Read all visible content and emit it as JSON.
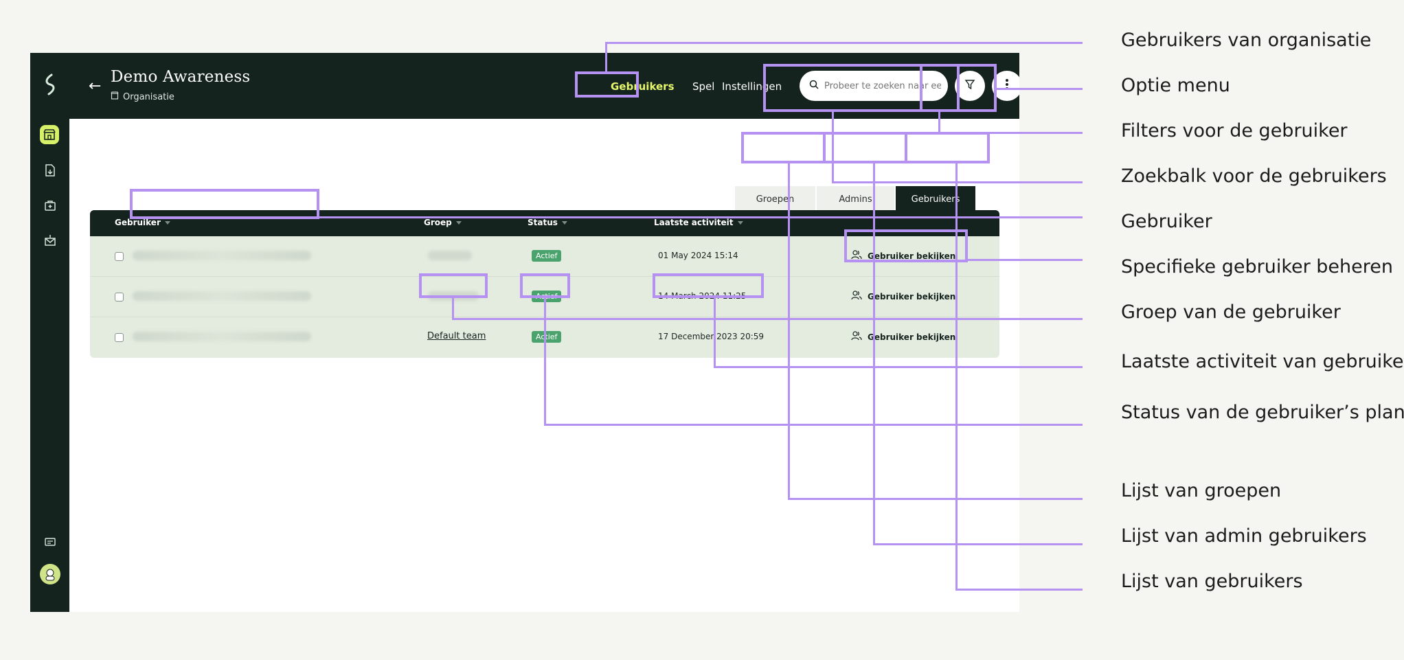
{
  "header": {
    "title": "Demo Awareness",
    "subtitle": "Organisatie"
  },
  "nav": {
    "items": [
      "Gebruikers",
      "Spel",
      "Instellingen"
    ]
  },
  "search": {
    "placeholder": "Probeer te zoeken naar een r"
  },
  "tabs": [
    "Groepen",
    "Admins",
    "Gebruikers"
  ],
  "table": {
    "columns": [
      "Gebruiker",
      "Groep",
      "Status",
      "Laatste activiteit"
    ],
    "rows": [
      {
        "group": "",
        "status": "Actief",
        "last_activity": "01 May 2024 15:14",
        "action": "Gebruiker bekijken"
      },
      {
        "group": "",
        "status": "Actief",
        "last_activity": "14 March 2024 11:25",
        "action": "Gebruiker bekijken"
      },
      {
        "group": "Default team",
        "status": "Actief",
        "last_activity": "17 December 2023 20:59",
        "action": "Gebruiker bekijken"
      }
    ]
  },
  "annotations": [
    "Gebruikers van organisatie",
    "Optie menu",
    "Filters voor de gebruiker",
    "Zoekbalk voor de gebruikers",
    "Gebruiker",
    "Specifieke gebruiker beheren",
    "Groep van de gebruiker",
    "Laatste activiteit van gebruiker",
    "Status van de gebruiker’s plan",
    "Lijst van groepen",
    "Lijst van admin gebruikers",
    "Lijst van gebruikers"
  ],
  "colors": {
    "dark": "#15231f",
    "accent": "#e6f76c",
    "highlight": "#b592f2",
    "status_green": "#4aa36d"
  }
}
